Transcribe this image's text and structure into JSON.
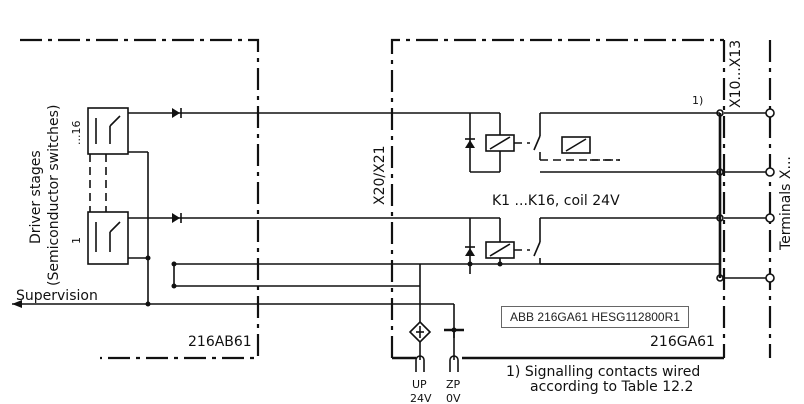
{
  "left_module": {
    "label": "216AB61",
    "section_title_1": "Driver stages",
    "section_title_2": "(Semiconductor switches)",
    "stage_top": "...16",
    "stage_bottom": "1",
    "supervision": "Supervision"
  },
  "right_module": {
    "label": "216GA61",
    "connector": "X20/X21",
    "relay_label": "K1   ...K16, coil  24V",
    "part_number": "ABB 216GA61 HESG112800R1"
  },
  "terminals": {
    "block": "X10...X13",
    "side_label": "Terminals X...",
    "note_marker": "1)"
  },
  "supply": {
    "up_label": "UP",
    "up_voltage": "24V",
    "zp_label": "ZP",
    "zp_voltage": "0V"
  },
  "footnote": {
    "line1": "1)  Signalling contacts wired",
    "line2": "according to Table 12.2"
  }
}
